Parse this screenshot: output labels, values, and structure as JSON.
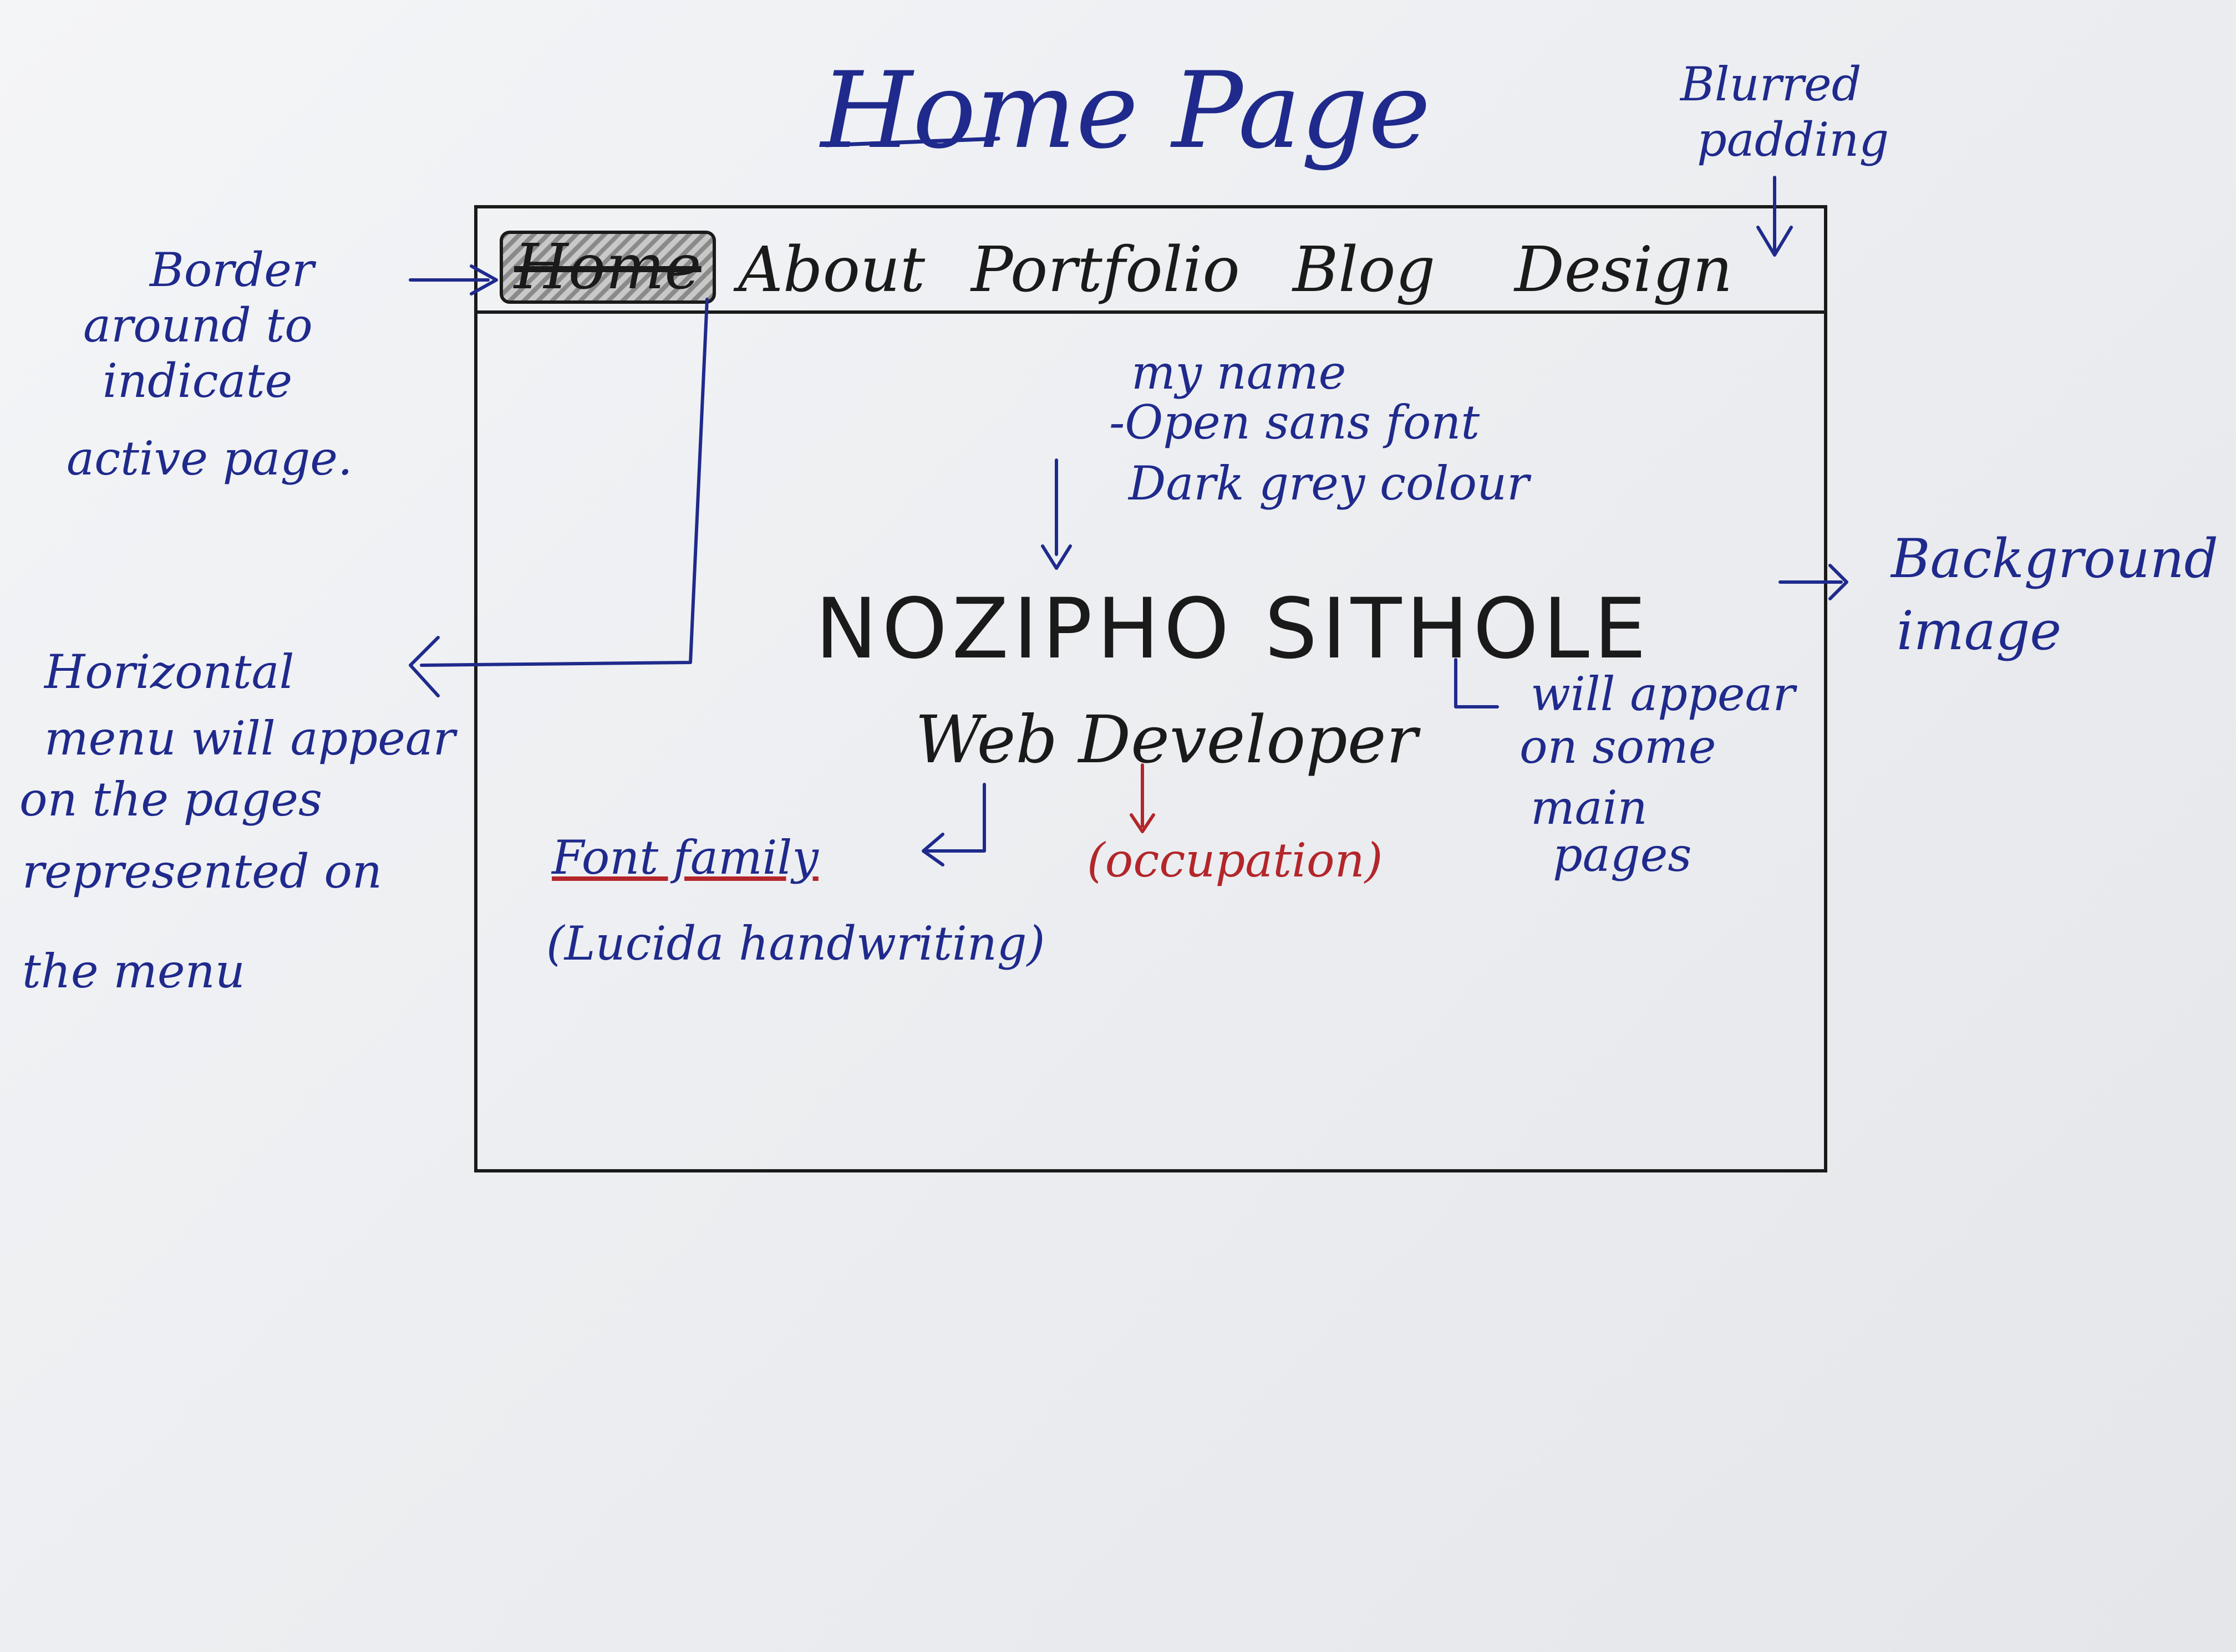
{
  "diagram": {
    "title": "Home Page",
    "nav": {
      "items": [
        "Home",
        "About",
        "Portfolio",
        "Blog",
        "Design"
      ],
      "active": "Home"
    },
    "wireframe": {
      "name": "NOZIPHO SITHOLE",
      "occupation": "Web Developer"
    },
    "annotations": {
      "blurred_padding": [
        "Blurred",
        "padding"
      ],
      "border_active": [
        "Border",
        "around to",
        "indicate",
        "active page."
      ],
      "horizontal_menu": [
        "Horizontal",
        "menu will appear",
        "on the pages",
        "represented on",
        "the menu"
      ],
      "my_name": [
        "my name",
        "-Open sans font",
        "Dark grey colour"
      ],
      "background_image": [
        "Background",
        "image"
      ],
      "will_appear": [
        "will appear",
        "on some",
        "main",
        "pages"
      ],
      "font_family": [
        "Font family",
        "(Lucida handwriting)"
      ],
      "occupation_note": "(occupation)"
    },
    "colors": {
      "ink_blue": "#1f2a8c",
      "ink_black": "#1a1a1a",
      "ink_red": "#b3262a",
      "paper": "#eceef1"
    }
  }
}
